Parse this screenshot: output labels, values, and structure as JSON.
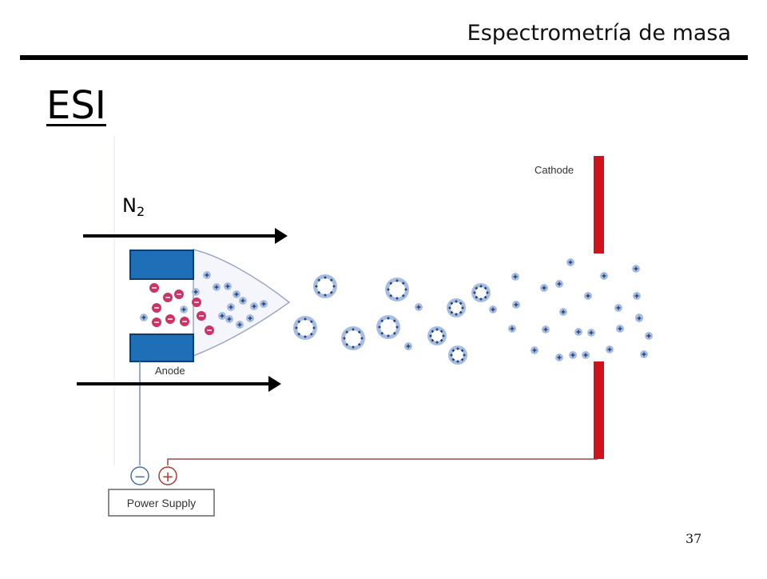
{
  "header": {
    "title": "Espectrometría de masa"
  },
  "slide": {
    "heading": "ESI",
    "page_number": "37"
  },
  "diagram": {
    "gas_label": "N",
    "gas_subscript": "2",
    "cathode_label": "Cathode",
    "anode_label": "Anode",
    "power_supply_label": "Power Supply",
    "negative_terminal": "−",
    "positive_terminal": "+",
    "colors": {
      "electrode_fill": "#1f6fb8",
      "cathode_fill": "#d0121d",
      "negative_ion": "#cc3366",
      "positive_ion": "#3a66a8",
      "ion_halo": "#a9bde0",
      "spray_cone_fill": "#f4f6fb",
      "anode_wire": "#6b8fc4",
      "cathode_wire": "#9a4a4a",
      "arrow": "#000000"
    }
  }
}
